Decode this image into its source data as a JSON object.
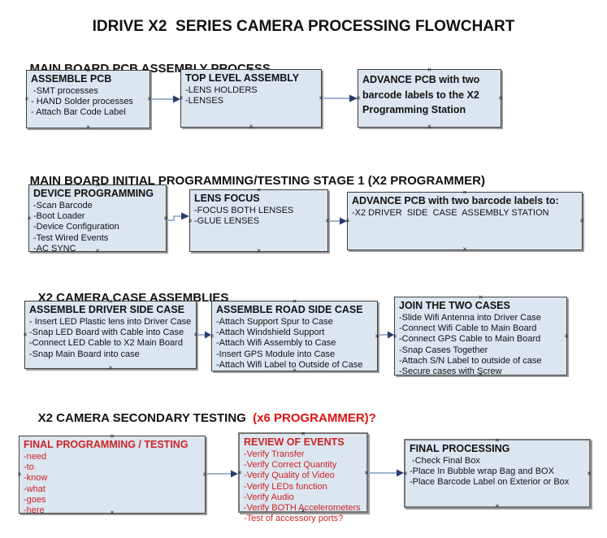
{
  "title": "IDRIVE X2  SERIES CAMERA PROCESSING FLOWCHART",
  "connection_marker_glyph": "×",
  "colors": {
    "box_fill": "#dce6f1",
    "box_border": "#3f3f3f",
    "arrow_line": "#9db4d2",
    "arrow_head": "#263d6e",
    "red_text": "#cc2424",
    "red_heading": "#e01212"
  },
  "sections": [
    {
      "heading": "MAIN BOARD PCB ASSEMBLY PROCESS",
      "heading_red": "",
      "boxes": [
        {
          "title": "ASSEMBLE PCB",
          "items": [
            " -SMT processes",
            "- HAND Solder processes",
            "- Attach Bar Code Label"
          ]
        },
        {
          "title": "TOP LEVEL ASSEMBLY",
          "items": [
            "-LENS HOLDERS",
            "-LENSES"
          ]
        },
        {
          "title": "ADVANCE PCB with two barcode labels to the X2 Programming Station",
          "items": []
        }
      ]
    },
    {
      "heading": "MAIN BOARD INITIAL PROGRAMMING/TESTING STAGE 1 (X2 PROGRAMMER)",
      "heading_red": "",
      "boxes": [
        {
          "title": "DEVICE PROGRAMMING",
          "items": [
            "-Scan Barcode",
            "-Boot Loader",
            "-Device Configuration",
            "-Test Wired Events",
            "-AC SYNC"
          ]
        },
        {
          "title": "LENS FOCUS",
          "items": [
            "-FOCUS BOTH LENSES",
            "-GLUE LENSES"
          ]
        },
        {
          "title": "ADVANCE PCB with two barcode labels to:",
          "items": [
            "-X2 DRIVER  SIDE  CASE  ASSEMBLY STATION"
          ]
        }
      ]
    },
    {
      "heading": "X2 CAMERA CASE ASSEMBLIES",
      "heading_red": "",
      "boxes": [
        {
          "title": "ASSEMBLE DRIVER SIDE CASE",
          "items": [
            "- Insert LED Plastic lens into Driver Case",
            "-Snap LED Board with Cable into Case",
            "-Connect LED Cable to X2 Main Board",
            "-Snap Main Board into case"
          ]
        },
        {
          "title": "ASSEMBLE ROAD SIDE CASE",
          "items": [
            "-Attach Support Spur to Case",
            "-Attach Windshield Support",
            "-Attach Wifi Assembly to Case",
            "-Insert GPS Module into Case",
            "-Attach Wifi Label to Outside of Case"
          ]
        },
        {
          "title": "JOIN THE TWO CASES",
          "items": [
            "-Slide Wifi Antenna into Driver Case",
            "-Connect Wifi Cable to Main Board",
            "-Connect GPS Cable to Main Board",
            "-Snap Cases Together",
            "-Attach S/N Label to outside of case",
            "-Secure cases with Screw"
          ]
        }
      ]
    },
    {
      "heading": "X2 CAMERA SECONDARY TESTING  ",
      "heading_red": "(x6 PROGRAMMER)?",
      "boxes": [
        {
          "title": "FINAL PROGRAMMING / TESTING",
          "items": [
            "-need",
            "-to",
            "-know",
            "-what",
            "-goes",
            "-here"
          ]
        },
        {
          "title": "REVIEW OF EVENTS",
          "items": [
            "-Verify Transfer",
            "-Verify Correct Quantity",
            "-Verify Quality of Video",
            "-Verify LEDs function",
            "-Verify Audio",
            "-Verify BOTH Accelerometers",
            "-Test of accessory ports?"
          ]
        },
        {
          "title": "FINAL PROCESSING",
          "items": [
            " -Check Final Box",
            "-Place In Bubble wrap Bag and BOX",
            "-Place Barcode Label on Exterior or Box"
          ]
        }
      ]
    }
  ]
}
